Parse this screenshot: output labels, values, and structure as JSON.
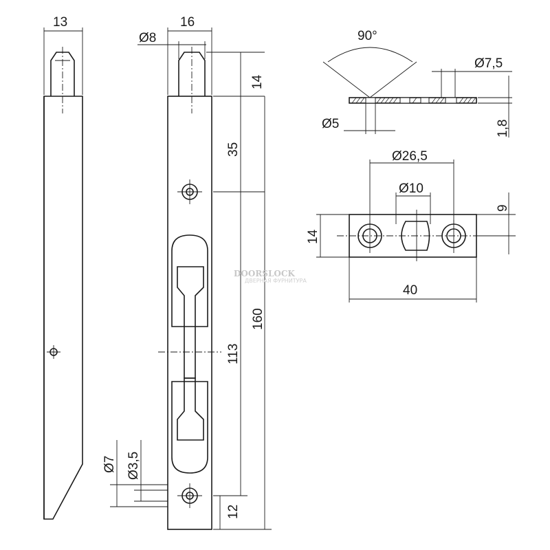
{
  "dimensions": {
    "side_width": "13",
    "front_width": "16",
    "bolt_diameter": "Ø8",
    "bolt_length": "14",
    "hole_offset": "35",
    "total_length": "160",
    "slot_length": "113",
    "bottom_offset": "12",
    "countersink_diameter": "Ø7",
    "hole_diameter": "Ø3,5",
    "angle": "90°",
    "keeper_countersink": "Ø7,5",
    "keeper_hole": "Ø5",
    "keeper_thickness": "1,8",
    "keeper_hole_spacing": "Ø26,5",
    "keeper_bolt_hole": "Ø10",
    "keeper_half_height": "9",
    "keeper_height": "14",
    "keeper_length": "40"
  },
  "watermark": {
    "brand": "DOORSLOCK",
    "tagline": "ДВЕРНАЯ ФУРНИТУРА"
  }
}
